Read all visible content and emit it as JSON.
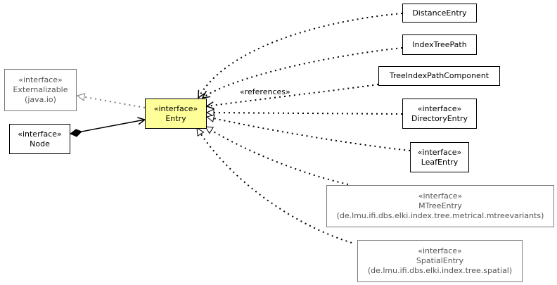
{
  "nodes": {
    "entry": {
      "stereotype": "«interface»",
      "name": "Entry"
    },
    "externalizable": {
      "stereotype": "«interface»",
      "name": "Externalizable",
      "package": "(java.io)"
    },
    "node": {
      "stereotype": "«interface»",
      "name": "Node"
    },
    "distance_entry": {
      "name": "DistanceEntry"
    },
    "index_tree_path": {
      "name": "IndexTreePath"
    },
    "tree_index_path_component": {
      "name": "TreeIndexPathComponent"
    },
    "directory_entry": {
      "stereotype": "«interface»",
      "name": "DirectoryEntry"
    },
    "leaf_entry": {
      "stereotype": "«interface»",
      "name": "LeafEntry"
    },
    "mtree_entry": {
      "stereotype": "«interface»",
      "name": "MTreeEntry",
      "package": "(de.lmu.ifi.dbs.elki.index.tree.metrical.mtreevariants)"
    },
    "spatial_entry": {
      "stereotype": "«interface»",
      "name": "SpatialEntry",
      "package": "(de.lmu.ifi.dbs.elki.index.tree.spatial)"
    }
  },
  "edge_labels": {
    "references": "«references»"
  },
  "colors": {
    "focus_fill": "#ffff99",
    "external_border": "#7a7a7a",
    "external_text": "#555555",
    "line": "#000000"
  }
}
